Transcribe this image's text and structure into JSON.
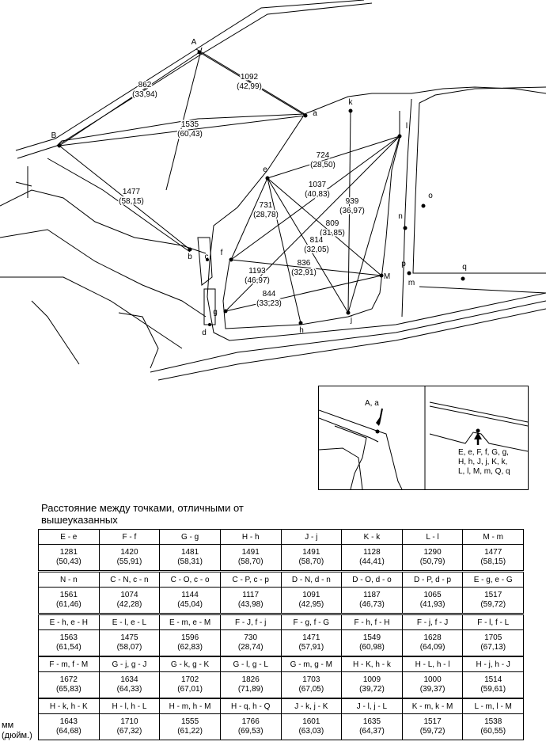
{
  "diagram": {
    "point_labels": [
      "A",
      "B",
      "a",
      "b",
      "c",
      "d",
      "e",
      "f",
      "g",
      "h",
      "j",
      "k",
      "l",
      "n",
      "o",
      "p",
      "m",
      "M",
      "q"
    ],
    "measurements": [
      {
        "mm": "862",
        "in": "(33,94)"
      },
      {
        "mm": "1092",
        "in": "(42,99)"
      },
      {
        "mm": "1535",
        "in": "(60,43)"
      },
      {
        "mm": "724",
        "in": "(28,50)"
      },
      {
        "mm": "1037",
        "in": "(40,83)"
      },
      {
        "mm": "1477",
        "in": "(58,15)"
      },
      {
        "mm": "731",
        "in": "(28,78)"
      },
      {
        "mm": "939",
        "in": "(36,97)"
      },
      {
        "mm": "809",
        "in": "(31,85)"
      },
      {
        "mm": "814",
        "in": "(32,05)"
      },
      {
        "mm": "836",
        "in": "(32,91)"
      },
      {
        "mm": "1193",
        "in": "(46,97)"
      },
      {
        "mm": "844",
        "in": "(33,23)"
      }
    ]
  },
  "detail": {
    "left_label": "A, a",
    "right_label_lines": [
      "E, e, F, f, G, g,",
      "H, h, J, j, K, k,",
      "L, l, M, m, Q, q"
    ]
  },
  "caption": "Расстояние между точками, отличными от вышеуказанных",
  "table_rows": [
    [
      {
        "label": "E - e",
        "mm": "1281",
        "in": "(50,43)"
      },
      {
        "label": "F - f",
        "mm": "1420",
        "in": "(55,91)"
      },
      {
        "label": "G - g",
        "mm": "1481",
        "in": "(58,31)"
      },
      {
        "label": "H - h",
        "mm": "1491",
        "in": "(58,70)"
      },
      {
        "label": "J - j",
        "mm": "1491",
        "in": "(58,70)"
      },
      {
        "label": "K - k",
        "mm": "1128",
        "in": "(44,41)"
      },
      {
        "label": "L - l",
        "mm": "1290",
        "in": "(50,79)"
      },
      {
        "label": "M - m",
        "mm": "1477",
        "in": "(58,15)"
      }
    ],
    [
      {
        "label": "N - n",
        "mm": "1561",
        "in": "(61,46)"
      },
      {
        "label": "C - N, c - n",
        "mm": "1074",
        "in": "(42,28)"
      },
      {
        "label": "C - O, c - o",
        "mm": "1144",
        "in": "(45,04)"
      },
      {
        "label": "C - P, c - p",
        "mm": "1117",
        "in": "(43,98)"
      },
      {
        "label": "D - N, d - n",
        "mm": "1091",
        "in": "(42,95)"
      },
      {
        "label": "D - O, d - o",
        "mm": "1187",
        "in": "(46,73)"
      },
      {
        "label": "D - P, d - p",
        "mm": "1065",
        "in": "(41,93)"
      },
      {
        "label": "E - g, e - G",
        "mm": "1517",
        "in": "(59,72)"
      }
    ],
    [
      {
        "label": "E - h, e - H",
        "mm": "1563",
        "in": "(61,54)"
      },
      {
        "label": "E - l, e - L",
        "mm": "1475",
        "in": "(58,07)"
      },
      {
        "label": "E - m, e - M",
        "mm": "1596",
        "in": "(62,83)"
      },
      {
        "label": "F - J, f - j",
        "mm": "730",
        "in": "(28,74)"
      },
      {
        "label": "F - g, f - G",
        "mm": "1471",
        "in": "(57,91)"
      },
      {
        "label": "F - h, f - H",
        "mm": "1549",
        "in": "(60,98)"
      },
      {
        "label": "F - j, f - J",
        "mm": "1628",
        "in": "(64,09)"
      },
      {
        "label": "F - l, f - L",
        "mm": "1705",
        "in": "(67,13)"
      }
    ],
    [
      {
        "label": "F - m, f - M",
        "mm": "1672",
        "in": "(65,83)"
      },
      {
        "label": "G - j, g - J",
        "mm": "1634",
        "in": "(64,33)"
      },
      {
        "label": "G - k, g - K",
        "mm": "1702",
        "in": "(67,01)"
      },
      {
        "label": "G - l, g - L",
        "mm": "1826",
        "in": "(71,89)"
      },
      {
        "label": "G - m, g - M",
        "mm": "1703",
        "in": "(67,05)"
      },
      {
        "label": "H - K, h - k",
        "mm": "1009",
        "in": "(39,72)"
      },
      {
        "label": "H - L, h - l",
        "mm": "1000",
        "in": "(39,37)"
      },
      {
        "label": "H - j, h - J",
        "mm": "1514",
        "in": "(59,61)"
      }
    ],
    [
      {
        "label": "H - k, h - K",
        "mm": "1643",
        "in": "(64,68)"
      },
      {
        "label": "H - l, h - L",
        "mm": "1710",
        "in": "(67,32)"
      },
      {
        "label": "H - m, h - M",
        "mm": "1555",
        "in": "(61,22)"
      },
      {
        "label": "H - q, h - Q",
        "mm": "1766",
        "in": "(69,53)"
      },
      {
        "label": "J - k, j - K",
        "mm": "1601",
        "in": "(63,03)"
      },
      {
        "label": "J - l, j - L",
        "mm": "1635",
        "in": "(64,37)"
      },
      {
        "label": "K - m, k - M",
        "mm": "1517",
        "in": "(59,72)"
      },
      {
        "label": "L - m, l - M",
        "mm": "1538",
        "in": "(60,55)"
      }
    ]
  ],
  "units": {
    "line1": "мм",
    "line2": "(дюйм.)"
  }
}
